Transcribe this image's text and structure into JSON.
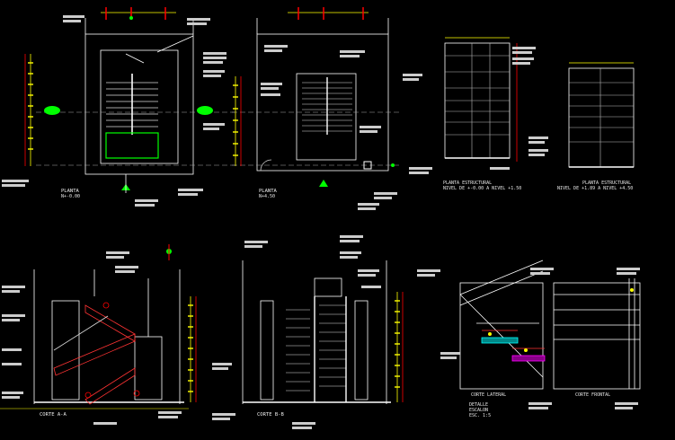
{
  "drawing": {
    "title_planta_1": "PLANTA",
    "level_planta_1": "N+-0.00",
    "title_planta_2": "PLANTA",
    "level_planta_2": "N+4.50",
    "title_estructural_1": "PLANTA ESTRUCTURAL",
    "level_estructural_1": "NIVEL DE +-0.00 A NIVEL +1.50",
    "title_estructural_2": "PLANTA ESTRUCTURAL",
    "level_estructural_2": "NIVEL DE +1.89 A NIVEL +4.50",
    "title_corte_aa": "CORTE A-A",
    "title_corte_bb": "CORTE B-B",
    "title_detalle": "DETALLE",
    "sub_detalle": "ESCALON",
    "scale_detalle": "ESC. 1:5",
    "title_corte_lateral": "CORTE LATERAL",
    "title_corte_frontal": "CORTE FRONTAL"
  },
  "colors": {
    "background": "#000000",
    "lines": "#ffffff",
    "dimension_accent": "#ffff00",
    "marker": "#00ff00",
    "section_marker": "#ff0000",
    "detail_cyan": "#00ffff",
    "detail_magenta": "#ff00ff"
  }
}
